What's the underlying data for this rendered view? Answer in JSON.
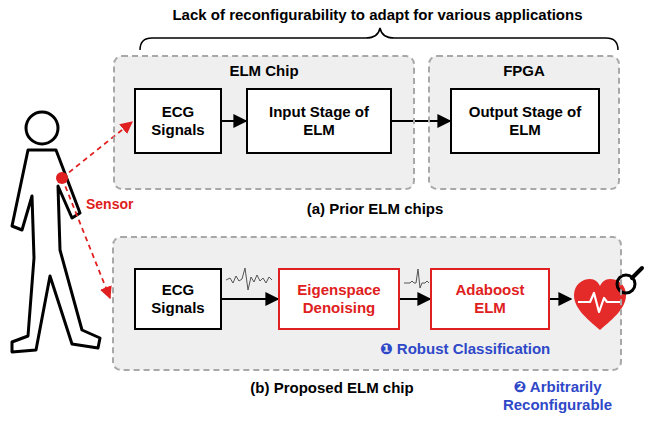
{
  "diagram": {
    "title": "Lack of reconfigurability to adapt for various applications",
    "nodes": [
      {
        "text": [
          "ELM Chip"
        ]
      },
      {
        "text": [
          "ECG Signals"
        ],
        "in": 0
      },
      {
        "text": [
          "Input Stage of ELM"
        ],
        "in": 0
      },
      {
        "text": [
          "FPGA"
        ]
      },
      {
        "text": [
          "Output Stage of ELM"
        ],
        "in": 3
      },
      {
        "text": [
          "(b) Proposed ELM chip"
        ]
      },
      {
        "text": [
          "ECG Signals"
        ],
        "in": 5
      },
      {
        "text": [
          "Eigenspace Denoising"
        ],
        "in": 5
      },
      {
        "text": [
          "Adaboost ELM"
        ],
        "in": 5
      }
    ],
    "edges": [
      {
        "from": 1,
        "to": 2,
        "arrow": "to"
      },
      {
        "from": 2,
        "to": 4,
        "arrow": "to"
      },
      {
        "from": 6,
        "to": 7,
        "arrow": "to"
      },
      {
        "from": 7,
        "to": 8,
        "arrow": "to"
      }
    ],
    "labels": [
      "(a) Prior ELM chips",
      "Sensor",
      "❶ Robust Classification",
      "❷ Arbitrarily Reconfigurable"
    ]
  }
}
